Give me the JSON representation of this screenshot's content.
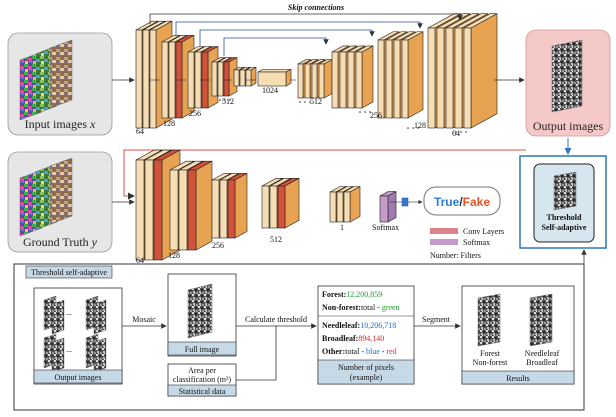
{
  "colors": {
    "conv_face": "#f6ddb4",
    "conv_side": "#e8a352",
    "conv_dark": "#c76a23",
    "pool_red": "#d2513a",
    "softmax": "#c49ac6",
    "legend_conv": "#d9848a",
    "legend_softmax": "#c29bc8",
    "output_bg": "#f6c9c9",
    "input_bg": "#e6e6e6",
    "blue_box": "#2f76b7",
    "true_color": "#2b7fd0",
    "fake_color": "#e8542a",
    "green": "#17a52a",
    "blue": "#2569c8",
    "red": "#d52d2d",
    "red_line": "#e0504a"
  },
  "generator": {
    "skip_label": "Skip connections",
    "input_label_main": "Input images",
    "input_label_var": "x",
    "output_label": "Output images",
    "filter_labels": [
      "64",
      "128",
      "256",
      "512",
      "1024",
      "512",
      "256",
      "128",
      "64"
    ]
  },
  "discriminator": {
    "input_label_main": "Ground Truth",
    "input_label_var": "y",
    "filter_labels": [
      "64",
      "128",
      "256",
      "512",
      "1"
    ],
    "softmax_label": "Softmax",
    "true_label": "True",
    "slash": "/",
    "fake_label": "Fake"
  },
  "legend": {
    "conv_label": "Conv Layers",
    "softmax_label": "Softmax",
    "filters_label": "Number: Filters"
  },
  "threshold_box": {
    "title_line1": "Threshold",
    "title_line2": "Self-adaptive"
  },
  "panel": {
    "title": "Threshold self-adaptive",
    "output_images_label": "Output images",
    "mosaic_label": "Mosaic",
    "full_image_label": "Full image",
    "calc_label": "Calculate threshold",
    "area_label_line1": "Area per",
    "area_label_line2": "classification (m²)",
    "statistical_label": "Statistical data",
    "segment_label": "Segment",
    "pixels_title_line1": "Number of pixels",
    "pixels_title_line2": "(example)",
    "rows": {
      "forest_label": "Forest:",
      "forest_value": "12,200,859",
      "nonforest_label": "Non-forest:",
      "nonforest_text": "total - ",
      "nonforest_word": "green",
      "needleleaf_label": "Needleleaf:",
      "needleleaf_value": "10,206,718",
      "broadleaf_label": "Broadleaf:",
      "broadleaf_value": "894,140",
      "other_label": "Other:",
      "other_text1": "total - ",
      "other_word1": "blue",
      "other_text2": " - ",
      "other_word2": "red"
    },
    "results_label": "Results",
    "result_a_line1": "Forest",
    "result_a_line2": "Non-forest",
    "result_b_line1": "Needleleaf",
    "result_b_line2": "Broadleaf"
  }
}
